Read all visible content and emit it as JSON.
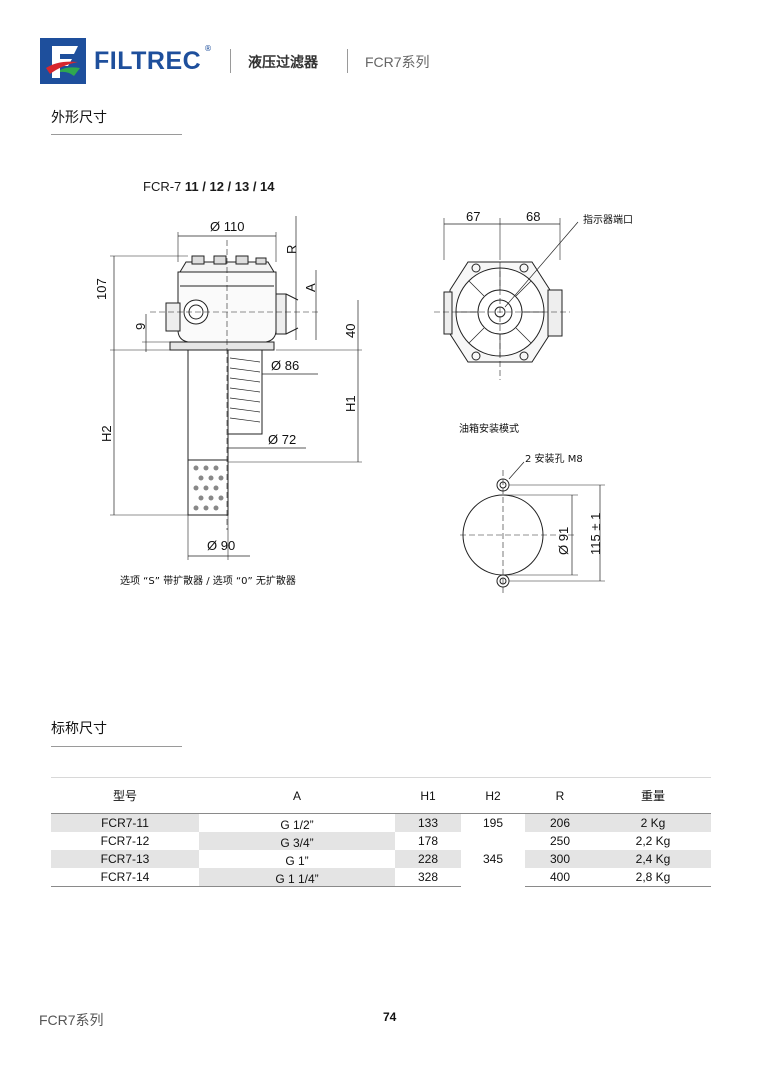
{
  "header": {
    "brand": "FILTREC",
    "registered": "®",
    "category": "液压过滤器",
    "series": "FCR7系列"
  },
  "section_outline": {
    "title": "外形尺寸"
  },
  "drawing": {
    "model_prefix": "FCR-7 ",
    "model_variants": "11 / 12 / 13 / 14",
    "dim_d110": "Ø 110",
    "dim_d86": "Ø 86",
    "dim_d72": "Ø 72",
    "dim_d90": "Ø 90",
    "dim_107": "107",
    "dim_9": "9",
    "dim_40": "40",
    "label_R": "R",
    "label_A": "A",
    "label_H1": "H1",
    "label_H2": "H2",
    "caption": "选项 “S” 带扩散器 / 选项 “0” 无扩散器",
    "dim_67": "67",
    "dim_68": "68",
    "indicator_port": "指示器端口",
    "tank_mounting": "油箱安装模式",
    "mount_holes": "2 安装孔 M8",
    "dim_d91": "Ø 91",
    "dim_115": "115 ± 1"
  },
  "section_nominal": {
    "title": "标称尺寸"
  },
  "table": {
    "headers": [
      "型号",
      "A",
      "H1",
      "H2",
      "R",
      "重量"
    ],
    "rows": [
      {
        "model": "FCR7-11",
        "a": "G 1/2”",
        "h1": "133",
        "h2": "195",
        "r": "206",
        "weight": "2 Kg"
      },
      {
        "model": "FCR7-12",
        "a": "G 3/4”",
        "h1": "178",
        "h2": "",
        "r": "250",
        "weight": "2,2 Kg"
      },
      {
        "model": "FCR7-13",
        "a": "G 1”",
        "h1": "228",
        "h2": "345",
        "r": "300",
        "weight": "2,4 Kg"
      },
      {
        "model": "FCR7-14",
        "a": "G 1 1/4”",
        "h1": "328",
        "h2": "",
        "r": "400",
        "weight": "2,8 Kg"
      }
    ]
  },
  "footer": {
    "series": "FCR7系列",
    "page": "74"
  },
  "colors": {
    "brand_blue": "#1e4f9c",
    "brand_red": "#d7262e",
    "brand_green": "#2fa84f",
    "row_gray": "#e4e4e4"
  }
}
